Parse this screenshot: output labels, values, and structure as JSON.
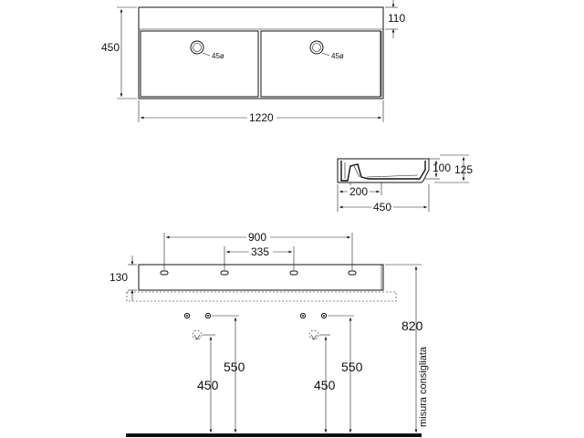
{
  "top_view": {
    "depth": "450",
    "rim_height": "110",
    "width": "1220",
    "hole_left": "45ø",
    "hole_right": "45ø"
  },
  "section_view": {
    "height_inner": "100",
    "height_outer": "125",
    "drain_offset": "200",
    "depth": "450"
  },
  "front_view": {
    "tap_spacing_outer": "900",
    "tap_spacing_inner": "335",
    "thickness": "130",
    "install_height": "820",
    "install_note": "misura consigliata",
    "left_drain_height": "450",
    "left_supply_height": "550",
    "right_drain_height": "450",
    "right_supply_height": "550"
  }
}
